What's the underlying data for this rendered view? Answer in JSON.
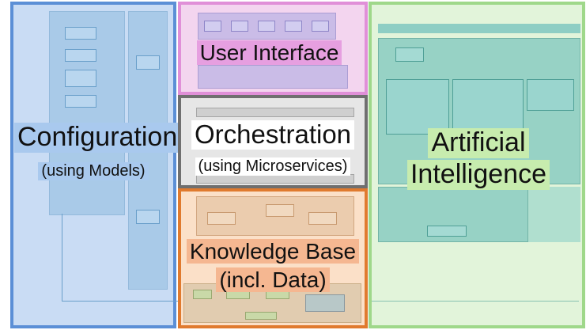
{
  "panels": {
    "configuration": {
      "title": "Configuration",
      "subtitle": "(using Models)"
    },
    "user_interface": {
      "title": "User Interface"
    },
    "orchestration": {
      "title": "Orchestration",
      "subtitle": "(using Microservices)"
    },
    "knowledge_base": {
      "title": "Knowledge Base",
      "subtitle": "(incl. Data)"
    },
    "artificial_intelligence": {
      "title": "Artificial",
      "subtitle": "Intelligence"
    }
  },
  "colors": {
    "configuration_border": "#5b8fd6",
    "configuration_fill": "#c9dcf4",
    "user_interface_border": "#e08fd8",
    "user_interface_fill": "#f3d5ef",
    "orchestration_border": "#6f6f6f",
    "orchestration_fill": "#e6e6e6",
    "knowledge_base_border": "#e07a2e",
    "knowledge_base_fill": "#fbe0c8",
    "ai_border": "#9fd88a",
    "ai_fill": "#e2f4da",
    "diagram_teal": "#7fc7bf"
  }
}
